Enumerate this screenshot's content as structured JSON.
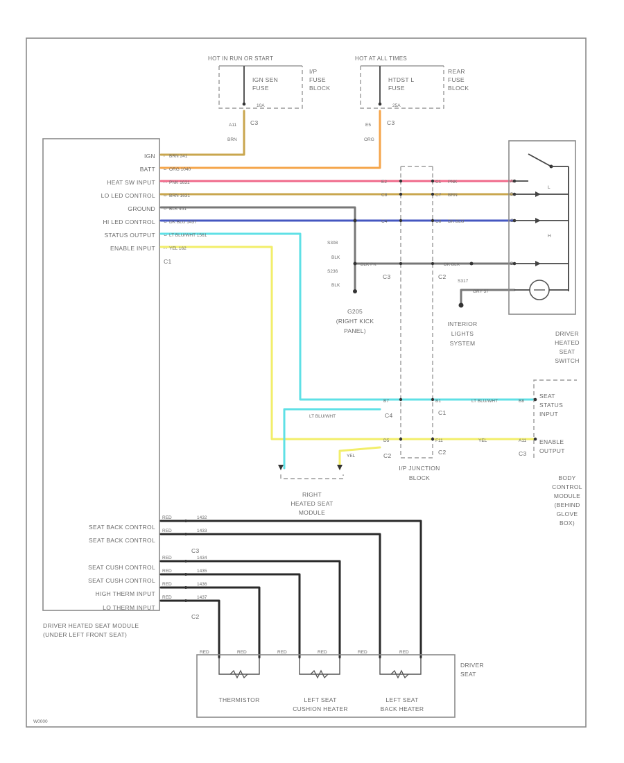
{
  "colors": {
    "orange": "#f5a54a",
    "tan": "#c9a64e",
    "pink": "#f06a8a",
    "blue": "#4557c0",
    "gray": "#777777",
    "cyan": "#5fe0e6",
    "yellow": "#f2ee6a",
    "black": "#2a2a2a"
  },
  "ip_fuse_block": {
    "title": "HOT IN RUN OR START",
    "fuse_line1": "IGN SEN",
    "fuse_line2": "FUSE",
    "block_line1": "I/P",
    "block_line2": "FUSE",
    "block_line3": "BLOCK",
    "terminal": "10A",
    "pin": "A11",
    "conn": "C3",
    "wire_code": "BRN"
  },
  "rear_fuse_block": {
    "title": "HOT AT ALL TIMES",
    "fuse_line1": "HTDST L",
    "fuse_line2": "FUSE",
    "block_line1": "REAR",
    "block_line2": "FUSE",
    "block_line3": "BLOCK",
    "terminal": "25A",
    "pin": "E5",
    "conn": "C3",
    "wire_code": "ORG"
  },
  "driver_module": {
    "pins_upper": [
      {
        "label": "IGN",
        "pin": "F",
        "wire": "BRN 241"
      },
      {
        "label": "BATT",
        "pin": "E",
        "wire": "ORG 1040"
      },
      {
        "label": "HEAT SW INPUT",
        "pin": "A",
        "wire": "PNK 1631"
      },
      {
        "label": "LO LED CONTROL",
        "pin": "D",
        "wire": "BRN 1631"
      },
      {
        "label": "GROUND",
        "pin": "B",
        "wire": "BLK 451"
      },
      {
        "label": "HI LED CONTROL",
        "pin": "C",
        "wire": "DK BLU 1437"
      },
      {
        "label": "STATUS OUTPUT",
        "pin": "G",
        "wire": "LT BLU/WHT 1561"
      },
      {
        "label": "ENABLE INPUT",
        "pin": "H",
        "wire": "YEL 162"
      }
    ],
    "upper_conn": "C1",
    "pins_lower_a": [
      {
        "label": "SEAT BACK CONTROL",
        "pin": "A",
        "wire": "1432"
      },
      {
        "label": "SEAT BACK CONTROL",
        "pin": "B",
        "wire": "1433"
      }
    ],
    "lower_a_conn": "C3",
    "pins_lower_b": [
      {
        "label": "SEAT CUSH CONTROL",
        "pin": "A",
        "wire": "1434"
      },
      {
        "label": "SEAT CUSH CONTROL",
        "pin": "B",
        "wire": "1435"
      },
      {
        "label": "HIGH THERM INPUT",
        "pin": "C",
        "wire": "1436"
      },
      {
        "label": "LO THERM INPUT",
        "pin": "D",
        "wire": "1437"
      }
    ],
    "lower_b_conn": "C2",
    "wire_prefix": "RED",
    "name_line1": "DRIVER HEATED SEAT MODULE",
    "name_line2": "(UNDER LEFT FRONT SEAT)"
  },
  "splice": {
    "s1": "S308",
    "s1_color": "BLK",
    "s2": "S236",
    "s2_color": "BLK",
    "ground": "G205",
    "ground_line1": "(RIGHT KICK",
    "ground_line2": "PANEL)"
  },
  "junction": {
    "c3_pins": [
      "E2",
      "C8",
      "C4",
      "BLK PK"
    ],
    "c3_conn": "C3",
    "c2_pins": [
      "C1",
      "C7",
      "C8"
    ],
    "c2_conn": "C2",
    "mid_wires": [
      "PNK",
      "BRN",
      "DK BLU"
    ],
    "gnd_wire": "DK BLK",
    "c4_pin": "B7",
    "c4_conn": "C4",
    "c1_pin": "B1",
    "c1_conn": "C1",
    "yel_pin": "D5",
    "yel_conn": "C2",
    "yel_right_pin": "F11",
    "yel_right_conn": "C2",
    "name_line1": "I/P JUNCTION",
    "name_line2": "BLOCK"
  },
  "interior": {
    "splice": "S317",
    "wire": "GRY 57",
    "name_line1": "INTERIOR",
    "name_line2": "LIGHTS",
    "name_line3": "SYSTEM"
  },
  "switch": {
    "pins": [
      "A",
      "B",
      "C",
      "D"
    ],
    "lo_label": "L",
    "hi_label": "H",
    "name_line1": "DRIVER",
    "name_line2": "HEATED",
    "name_line3": "SEAT",
    "name_line4": "SWITCH"
  },
  "bcm": {
    "status_wire": "LT BLU/WHT",
    "status_pin": "B8",
    "status_label1": "SEAT",
    "status_label2": "STATUS",
    "status_label3": "INPUT",
    "enable_wire": "YEL",
    "enable_pin": "A11",
    "enable_label1": "ENABLE",
    "enable_label2": "OUTPUT",
    "conn": "C3",
    "name_line1": "BODY",
    "name_line2": "CONTROL",
    "name_line3": "MODULE",
    "name_line4": "(BEHIND",
    "name_line5": "GLOVE",
    "name_line6": "BOX)"
  },
  "right_module": {
    "cyan_wire": "LT BLU/WHT",
    "yel_wire": "YEL",
    "name_line1": "RIGHT",
    "name_line2": "HEATED SEAT",
    "name_line3": "MODULE"
  },
  "driver_seat": {
    "wire_labels": [
      "RED",
      "RED",
      "RED",
      "RED",
      "RED",
      "RED"
    ],
    "therm": "THERMISTOR",
    "cush_line1": "LEFT SEAT",
    "cush_line2": "CUSHION HEATER",
    "back_line1": "LEFT SEAT",
    "back_line2": "BACK HEATER",
    "name_line1": "DRIVER",
    "name_line2": "SEAT"
  },
  "footer_code": "W0000"
}
